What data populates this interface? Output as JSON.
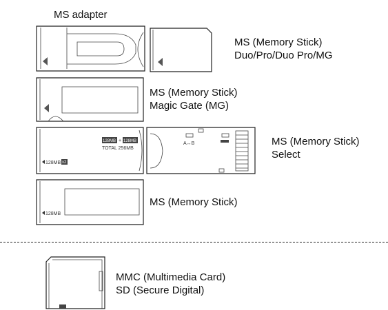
{
  "labels": {
    "ms_adapter": "MS adapter",
    "duo_line1": "MS (Memory Stick)",
    "duo_line2": "Duo/Pro/Duo Pro/MG",
    "mg_line1": "MS (Memory Stick)",
    "mg_line2": "Magic Gate (MG)",
    "select_line1": "MS (Memory Stick)",
    "select_line2": "Select",
    "ms_line1": "MS (Memory Stick)",
    "mmc_line1": "MMC (Multimedia Card)",
    "mmc_line2": "SD (Secure Digital)"
  },
  "card_markings": {
    "select_front_cap_a": "128MB",
    "select_front_plus": "+",
    "select_front_cap_b": "128MB",
    "select_front_total": "TOTAL 256MB",
    "select_front_size": "128MB",
    "select_front_x2": "x2",
    "select_back_arrow": "A↔B",
    "ms_size": "128MB"
  }
}
